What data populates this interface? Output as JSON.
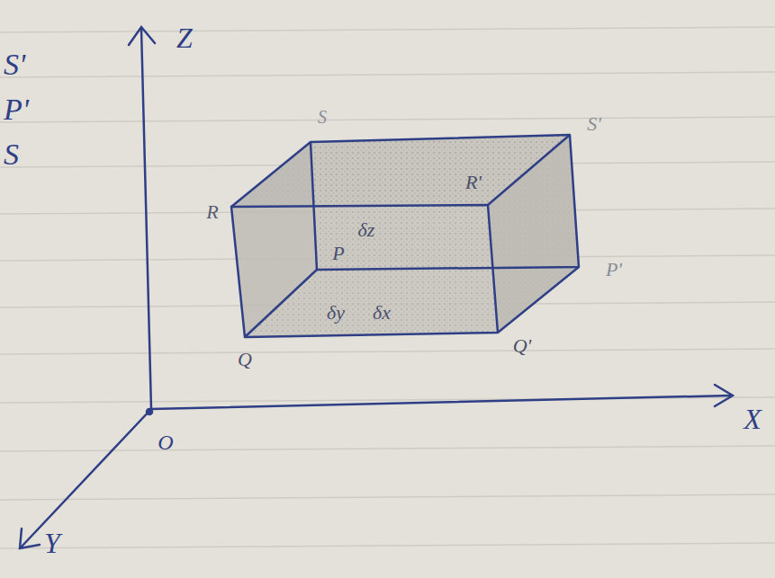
{
  "diagram": {
    "labels": [
      "S'",
      "P'",
      "S",
      "Z",
      "S",
      "S'",
      "R",
      "R'",
      "P",
      "δz",
      "P'",
      "δy",
      "δx",
      "Q",
      "Q'",
      "O",
      "X",
      "Y"
    ]
  }
}
